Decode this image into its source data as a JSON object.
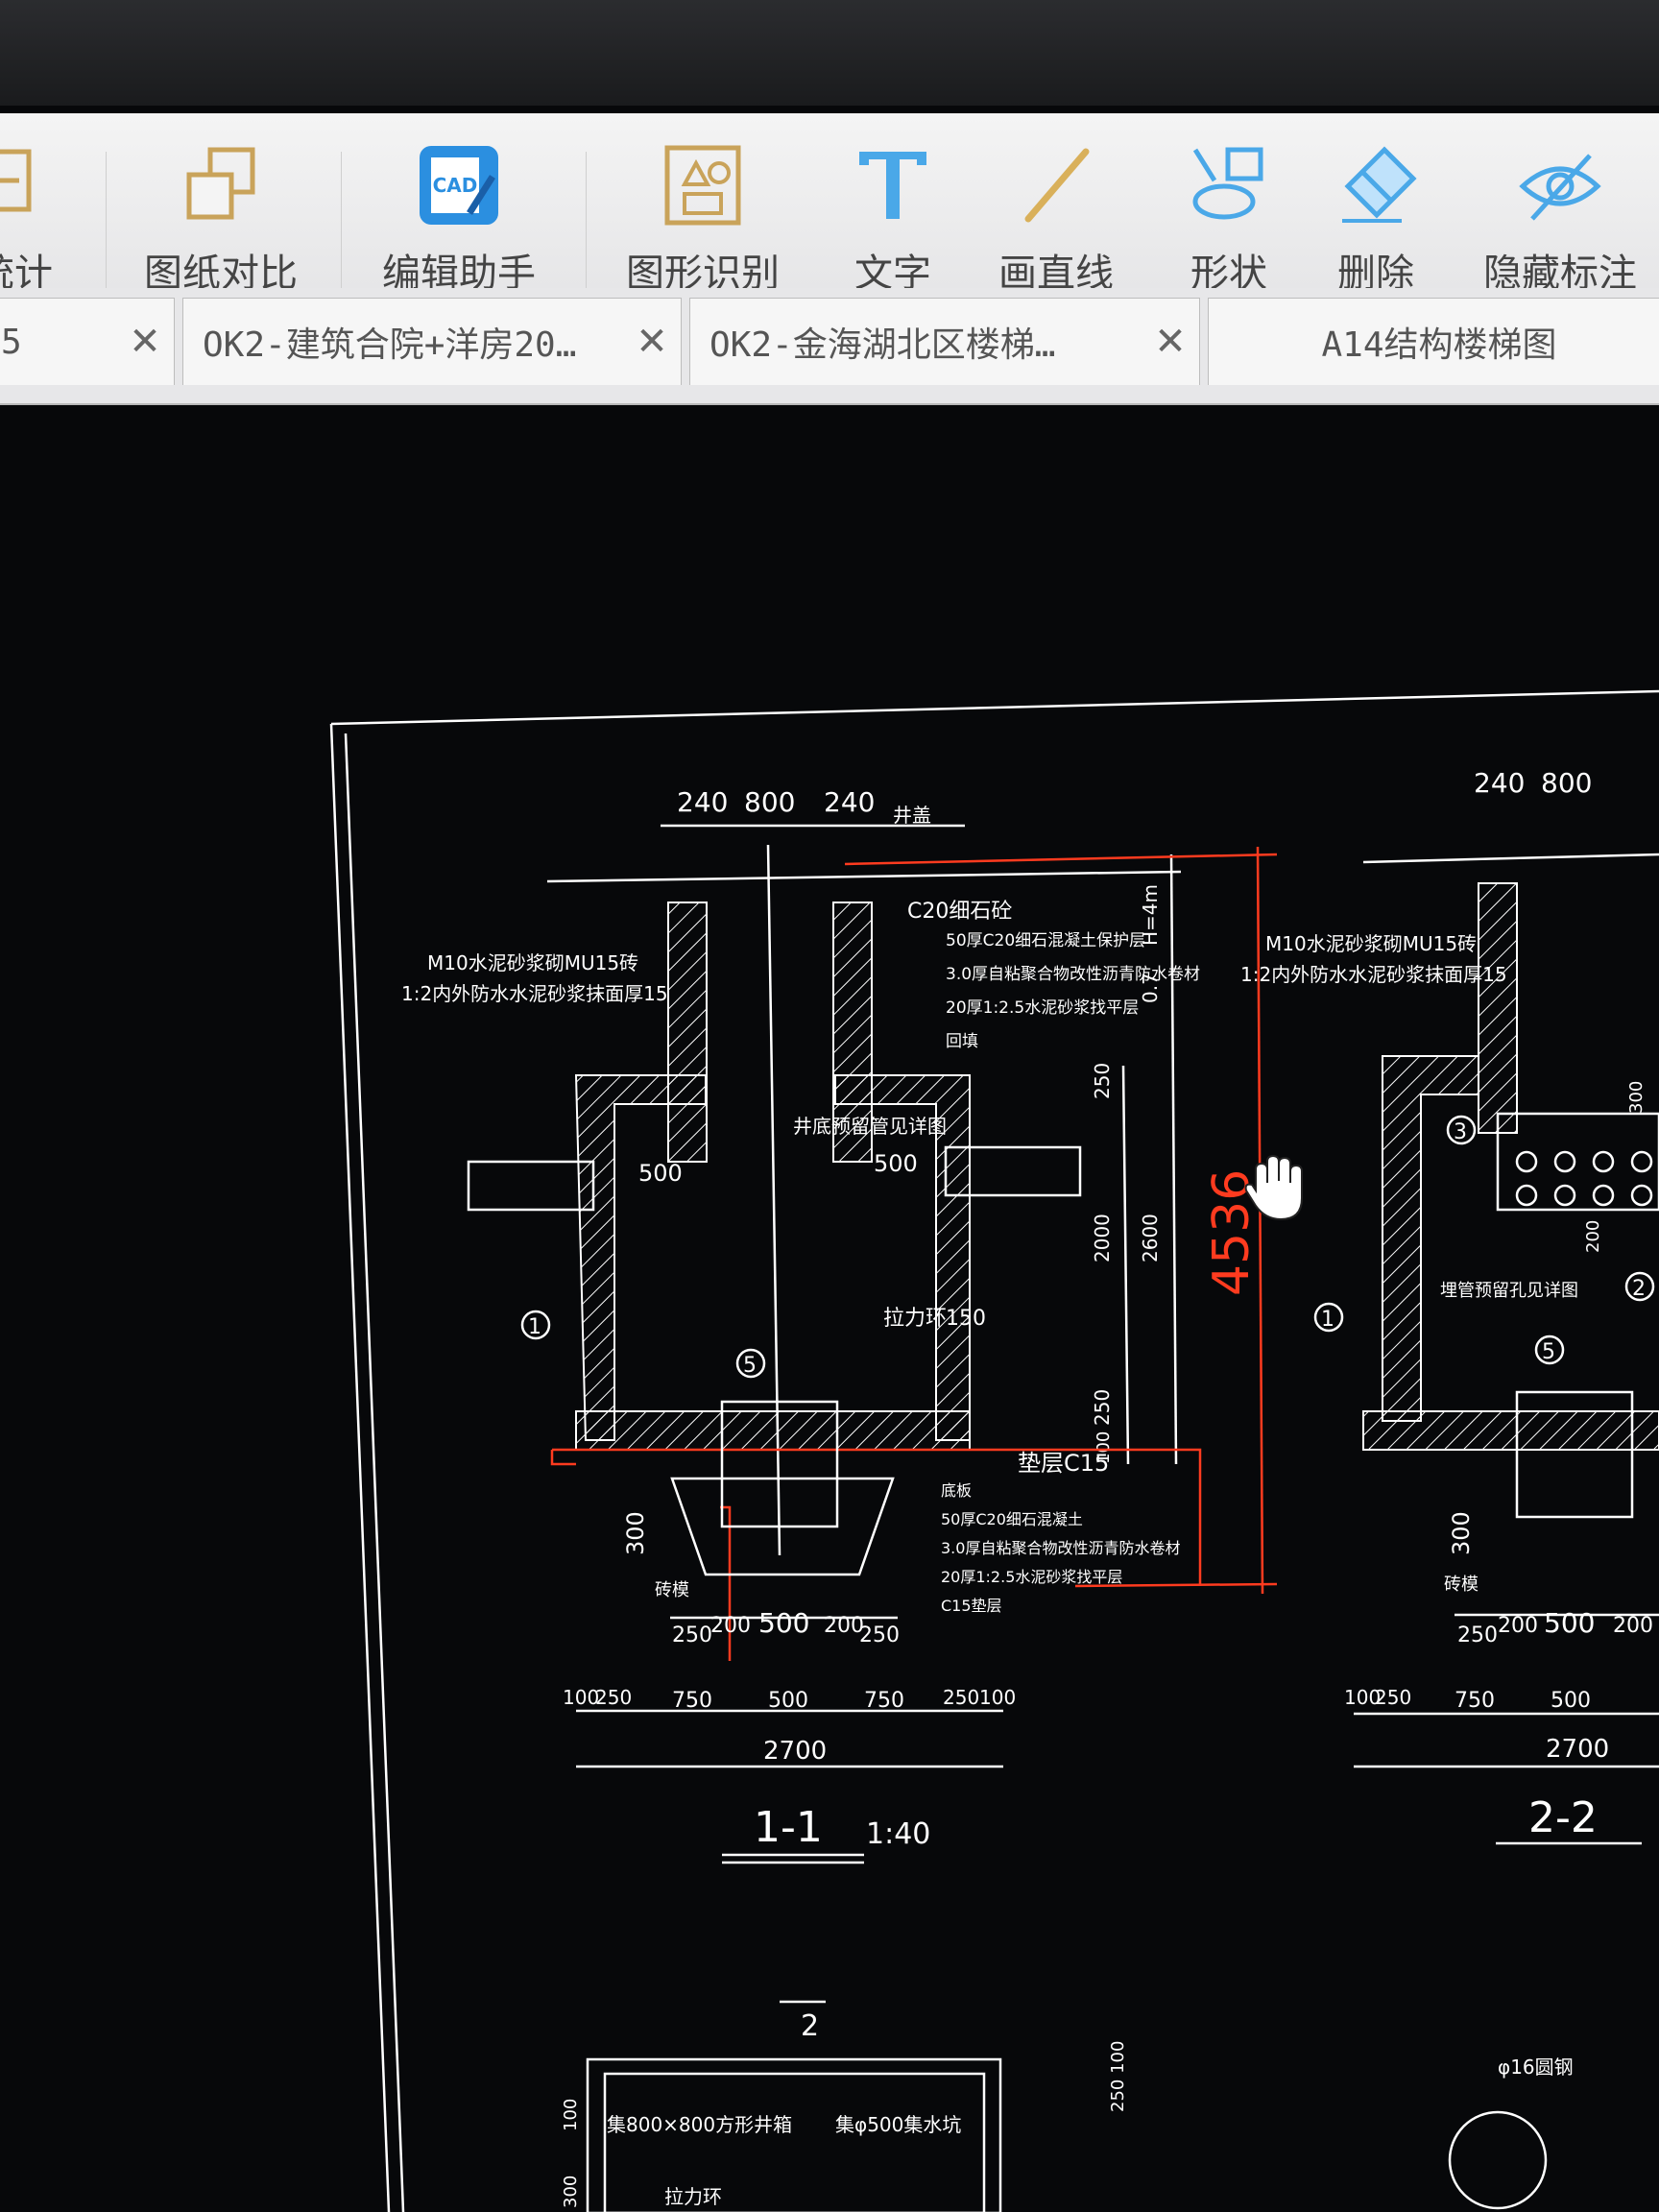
{
  "toolbar": {
    "tools": [
      {
        "label": "统计",
        "icon": "statistics-icon"
      },
      {
        "label": "图纸对比",
        "icon": "compare-icon"
      },
      {
        "label": "编辑助手",
        "icon": "cad-edit-icon"
      },
      {
        "label": "图形识别",
        "icon": "shape-recognition-icon"
      },
      {
        "label": "文字",
        "icon": "text-icon"
      },
      {
        "label": "画直线",
        "icon": "line-icon"
      },
      {
        "label": "形状",
        "icon": "shape-icon"
      },
      {
        "label": "删除",
        "icon": "eraser-icon"
      },
      {
        "label": "隐藏标注",
        "icon": "hide-eye-icon"
      }
    ],
    "cad_badge": "CAD"
  },
  "tabs": [
    {
      "label": "5"
    },
    {
      "label": "OK2-建筑合院+洋房20…"
    },
    {
      "label": "OK2-金海湖北区楼梯…"
    },
    {
      "label": "A14结构楼梯图"
    }
  ],
  "close_glyph": "✕",
  "drawing": {
    "section1": {
      "top_dims": [
        "240",
        "800",
        "240"
      ],
      "label_jinggai": "井盖",
      "label_c20": "C20细石砼",
      "wall_note_1": "M10水泥砂浆砌MU15砖",
      "wall_note_2": "1:2内外防水水泥砂浆抹面厚15",
      "layers_right": [
        "50厚C20细石混凝土保护层",
        "3.0厚自粘聚合物改性沥青防水卷材",
        "20厚1:2.5水泥砂浆找平层",
        "回填"
      ],
      "label_jingdi": "井底预留管见详图",
      "dim_500_left": "500",
      "dim_500_right": "500",
      "label_lali": "拉力环",
      "label_150": "150",
      "circle_1": "1",
      "circle_5": "5",
      "vertical_dims": [
        "250",
        "2000",
        "2600",
        "250",
        "100"
      ],
      "label_h": "H=4m",
      "label_07": "0.7",
      "red_dim": "4536",
      "label_dianceng": "垫层C15",
      "bottom_layers": [
        "底板",
        "50厚C20细石混凝土",
        "3.0厚自粘聚合物改性沥青防水卷材",
        "20厚1:2.5水泥砂浆找平层",
        "C15垫层"
      ],
      "label_300": "300",
      "label_zhuanmo": "砖模",
      "pit_dims": [
        "250",
        "200",
        "500",
        "200",
        "250"
      ],
      "base_dims": [
        "100",
        "250",
        "750",
        "500",
        "750",
        "250",
        "100"
      ],
      "total_dim": "2700",
      "title": "1-1",
      "scale": "1:40"
    },
    "section2": {
      "top_dims": [
        "240",
        "800"
      ],
      "wall_note_1": "M10水泥砂浆砌MU15砖",
      "wall_note_2": "1:2内外防水水泥砂浆抹面厚15",
      "circle_3": "3",
      "circle_2": "2",
      "circle_1": "1",
      "circle_5": "5",
      "dim_300": "300",
      "dim_200": "200",
      "label_pipe": "埋管预留孔见详图",
      "label_300": "300",
      "label_zhuanmo": "砖模",
      "pit_dims": [
        "250",
        "200",
        "500",
        "200"
      ],
      "base_dims": [
        "100",
        "250",
        "750",
        "500"
      ],
      "total_dim": "2700",
      "title": "2-2"
    },
    "plan": {
      "marker": "2",
      "label_pit1": "集800×800方形井箱",
      "label_pit2": "集φ500集水坑",
      "label_lali": "拉力环",
      "label_dim": "250 100",
      "label_phi": "φ16圆钢",
      "label_100": "100",
      "label_300": "300"
    }
  }
}
